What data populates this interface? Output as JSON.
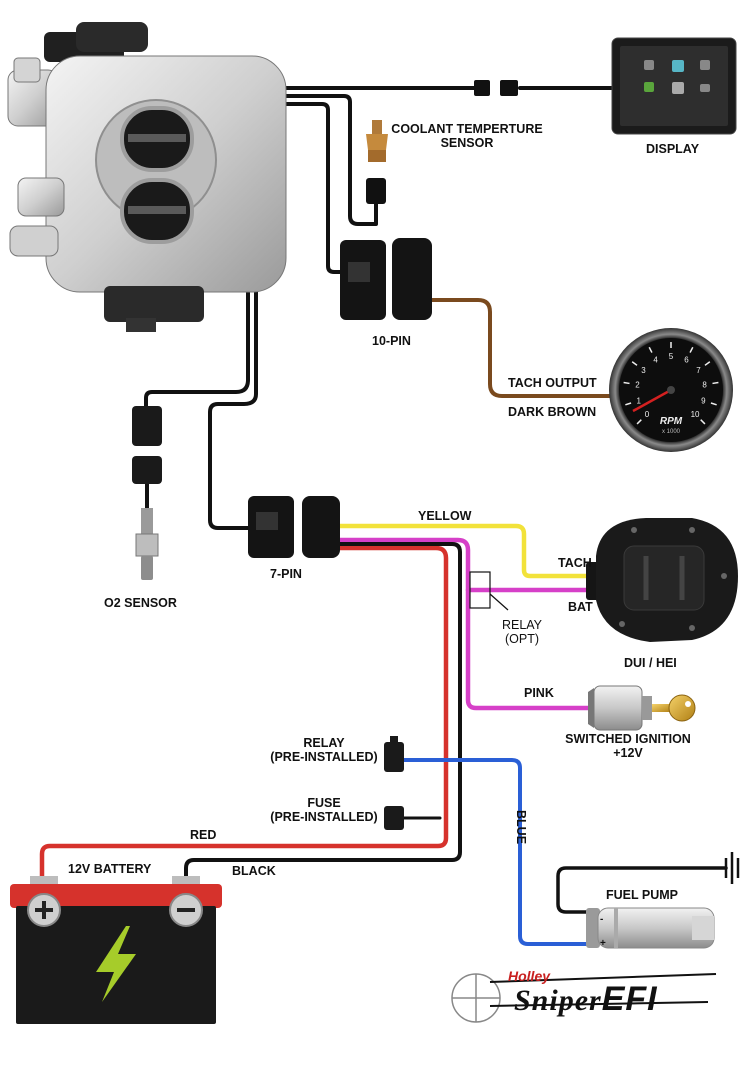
{
  "components": {
    "coolant_sensor": "COOLANT TEMPERTURE\nSENSOR",
    "display": "DISPLAY",
    "ten_pin": "10-PIN",
    "tach_output": "TACH OUTPUT",
    "dark_brown": "DARK BROWN",
    "seven_pin": "7-PIN",
    "o2_sensor": "O2 SENSOR",
    "yellow": "YELLOW",
    "tach": "TACH",
    "bat": "BAT",
    "relay_opt": "RELAY\n(OPT)",
    "dui_hei": "DUI / HEI",
    "pink": "PINK",
    "switched_ignition": "SWITCHED IGNITION\n+12V",
    "relay_pre": "RELAY\n(PRE-INSTALLED)",
    "fuse_pre": "FUSE\n(PRE-INSTALLED)",
    "red": "RED",
    "black": "BLACK",
    "battery": "12V BATTERY",
    "blue": "BLUE",
    "fuel_pump": "FUEL PUMP"
  },
  "tach_gauge": {
    "face_label": "RPM",
    "face_sub": "x 1000",
    "dial_numbers": [
      "0",
      "1",
      "2",
      "3",
      "4",
      "5",
      "6",
      "7",
      "8",
      "9",
      "10"
    ]
  },
  "logo": {
    "brand": "Holley",
    "product_a": "Sniper",
    "product_b": "EFI"
  },
  "colors": {
    "black_wire": "#111111",
    "brown_wire": "#7a4a1e",
    "yellow_wire": "#f2e23a",
    "pink_wire": "#d640c8",
    "red_wire": "#d6322c",
    "blue_wire": "#2a5fd6",
    "battery_red": "#d6322c",
    "battery_body": "#1a1a1a",
    "bolt_yellow": "#a6cc2a"
  }
}
